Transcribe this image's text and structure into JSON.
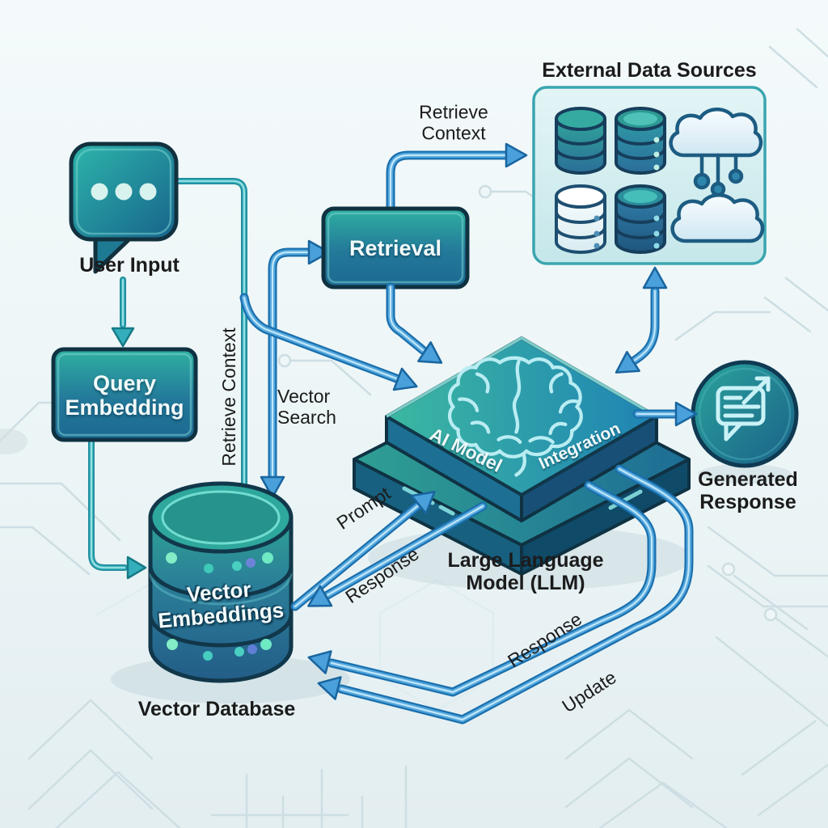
{
  "nodes": {
    "user_input": {
      "label": "User Input",
      "icon": "chat-bubble-icon"
    },
    "query_embedding": {
      "label": "Query Embedding"
    },
    "retrieval": {
      "label": "Retrieval"
    },
    "external_data_sources": {
      "label": "External Data Sources",
      "icons": [
        "database-icon",
        "database-icon",
        "cloud-network-icon",
        "database-icon",
        "database-icon",
        "cloud-icon"
      ]
    },
    "llm": {
      "label": "Large Language Model (LLM)",
      "layer_label_left": "AI Model",
      "layer_label_right": "Integration",
      "icon": "brain-icon"
    },
    "vector_database": {
      "label": "Vector Database",
      "content_label": "Vector Embeddings",
      "icon": "cylinder-database-icon"
    },
    "generated_response": {
      "label": "Generated Response",
      "icon": "chat-export-icon"
    }
  },
  "edges": {
    "retrieve_context_vertical": {
      "label": "Retrieve Context"
    },
    "vector_search": {
      "label": "Vector Search"
    },
    "retrieve_context_top": {
      "label": "Retrieve Context"
    },
    "prompt": {
      "label": "Prompt"
    },
    "response_llm_to_db": {
      "label": "Response"
    },
    "response_bottom": {
      "label": "Response"
    },
    "update_bottom": {
      "label": "Update"
    }
  },
  "colors": {
    "background": "#edf5f6",
    "node_fill_top": "#2fb0a1",
    "node_fill_bottom": "#1d6992",
    "node_border": "#0f3242",
    "panel_fill": "#d9eef1",
    "panel_border": "#3aa5b0",
    "arrow_blue": "#4aa0da",
    "line_teal": "#2ba7b2",
    "label_color": "#1b1b1b",
    "circuit_trace": "#cfe0e5"
  }
}
